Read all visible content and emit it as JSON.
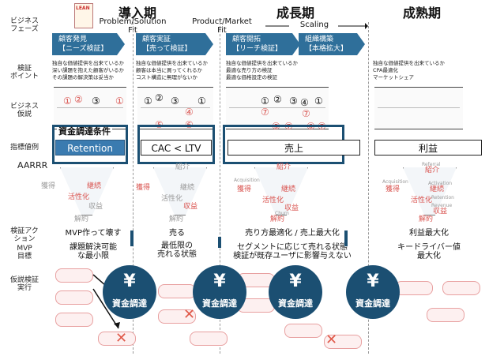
{
  "row_labels": {
    "business_phase": "ビジネス\nフェーズ",
    "validation_point": "検証\nポイント",
    "business_hypothesis": "ビジネス\n仮説",
    "metric_example": "指標値例",
    "aarrr": "AARRR",
    "validation_action": "検証アク\nション",
    "mvp_goal": "MVP\n目標",
    "hypothesis_execution": "仮説検証\n実行"
  },
  "book_thumb": "LEAN",
  "phases": {
    "intro": "導入期",
    "growth": "成長期",
    "mature": "成熟期"
  },
  "fit_labels": {
    "psf": "Problem/Solution\nFit",
    "pmf": "Product/Market\nFit",
    "scaling": "Scaling"
  },
  "chevrons": [
    {
      "title": "顧客発見",
      "sub": "【ニーズ検証】"
    },
    {
      "title": "顧客実証",
      "sub": "【売って検証】"
    },
    {
      "title": "顧客開拓",
      "sub": "【リーチ検証】"
    },
    {
      "title": "組織構築",
      "sub": "【本格拡大】"
    }
  ],
  "validation_notes": {
    "col1": [
      "独自な価値提供を出来ているか",
      "深い課題を抱えた顧客がいるか",
      "その課題の解決策は妥当か"
    ],
    "col2": [
      "独自な価値提供を出来ているか",
      "顧客は本当に買ってくれるか",
      "コスト構造に無理がないか"
    ],
    "col3": [
      "独自な価値提供を出来ているか",
      "最適な売り方の検証",
      "最適な価格設定の検証"
    ],
    "col4": [
      "独自な価値提供を出来ているか",
      "CPA最適化",
      "マーケットシェア"
    ]
  },
  "hypothesis_numbers": {
    "col1": [
      {
        "t": "①",
        "red": true
      },
      {
        "t": "②",
        "red": true
      },
      {
        "t": "③",
        "red": false
      },
      {
        "t": "①",
        "red": true
      }
    ],
    "col2": [
      {
        "t": "①",
        "red": false
      },
      {
        "t": "②",
        "red": false
      },
      {
        "t": "③",
        "red": false
      },
      {
        "t": "①",
        "red": false
      },
      {
        "t": "④",
        "red": true
      },
      {
        "t": "⑤",
        "red": true
      },
      {
        "t": "⑥",
        "red": true
      }
    ],
    "col3": [
      {
        "t": "①",
        "red": false
      },
      {
        "t": "②",
        "red": false
      },
      {
        "t": "③",
        "red": false
      },
      {
        "t": "④",
        "red": false
      },
      {
        "t": "①",
        "red": false
      },
      {
        "t": "⑦",
        "red": true
      },
      {
        "t": "⑦",
        "red": true
      },
      {
        "t": "⑤",
        "red": true
      },
      {
        "t": "⑦",
        "red": true
      },
      {
        "t": "⑥",
        "red": true
      },
      {
        "t": "⑦",
        "red": true
      }
    ]
  },
  "funding_condition": "資金調達条件",
  "metrics": [
    "Retention",
    "CAC < LTV",
    "売上",
    "利益"
  ],
  "aarrr_labels": {
    "acquisition": "獲得",
    "activation": "活性化",
    "retention": "継続",
    "referral": "紹介",
    "revenue": "収益",
    "gray_acquisition": "Acquisition",
    "gray_activation": "Activation",
    "gray_retention": "Retention",
    "gray_referral": "Referral",
    "gray_revenue": "Revenue",
    "gray_churn": "Churn",
    "gray_churn_jp": "解約"
  },
  "actions": {
    "a1": "MVP作って壊す",
    "a2": "売る",
    "a3": "売り方最適化 / 売上最大化",
    "a4": "利益最大化"
  },
  "mvp_goals": {
    "g1": "課題解決可能\nな最小限",
    "g2": "最低限の\n売れる状態",
    "g3": "セグメントに応じて売れる状態\n検証が既存ユーザに影響与えない",
    "g4": "キードライバー値\n最大化"
  },
  "funding": {
    "yen": "¥",
    "label": "資金調達"
  },
  "colors": {
    "accent": "#1b4f72",
    "chevron": "#2f6f9a",
    "red": "#d9534f"
  }
}
